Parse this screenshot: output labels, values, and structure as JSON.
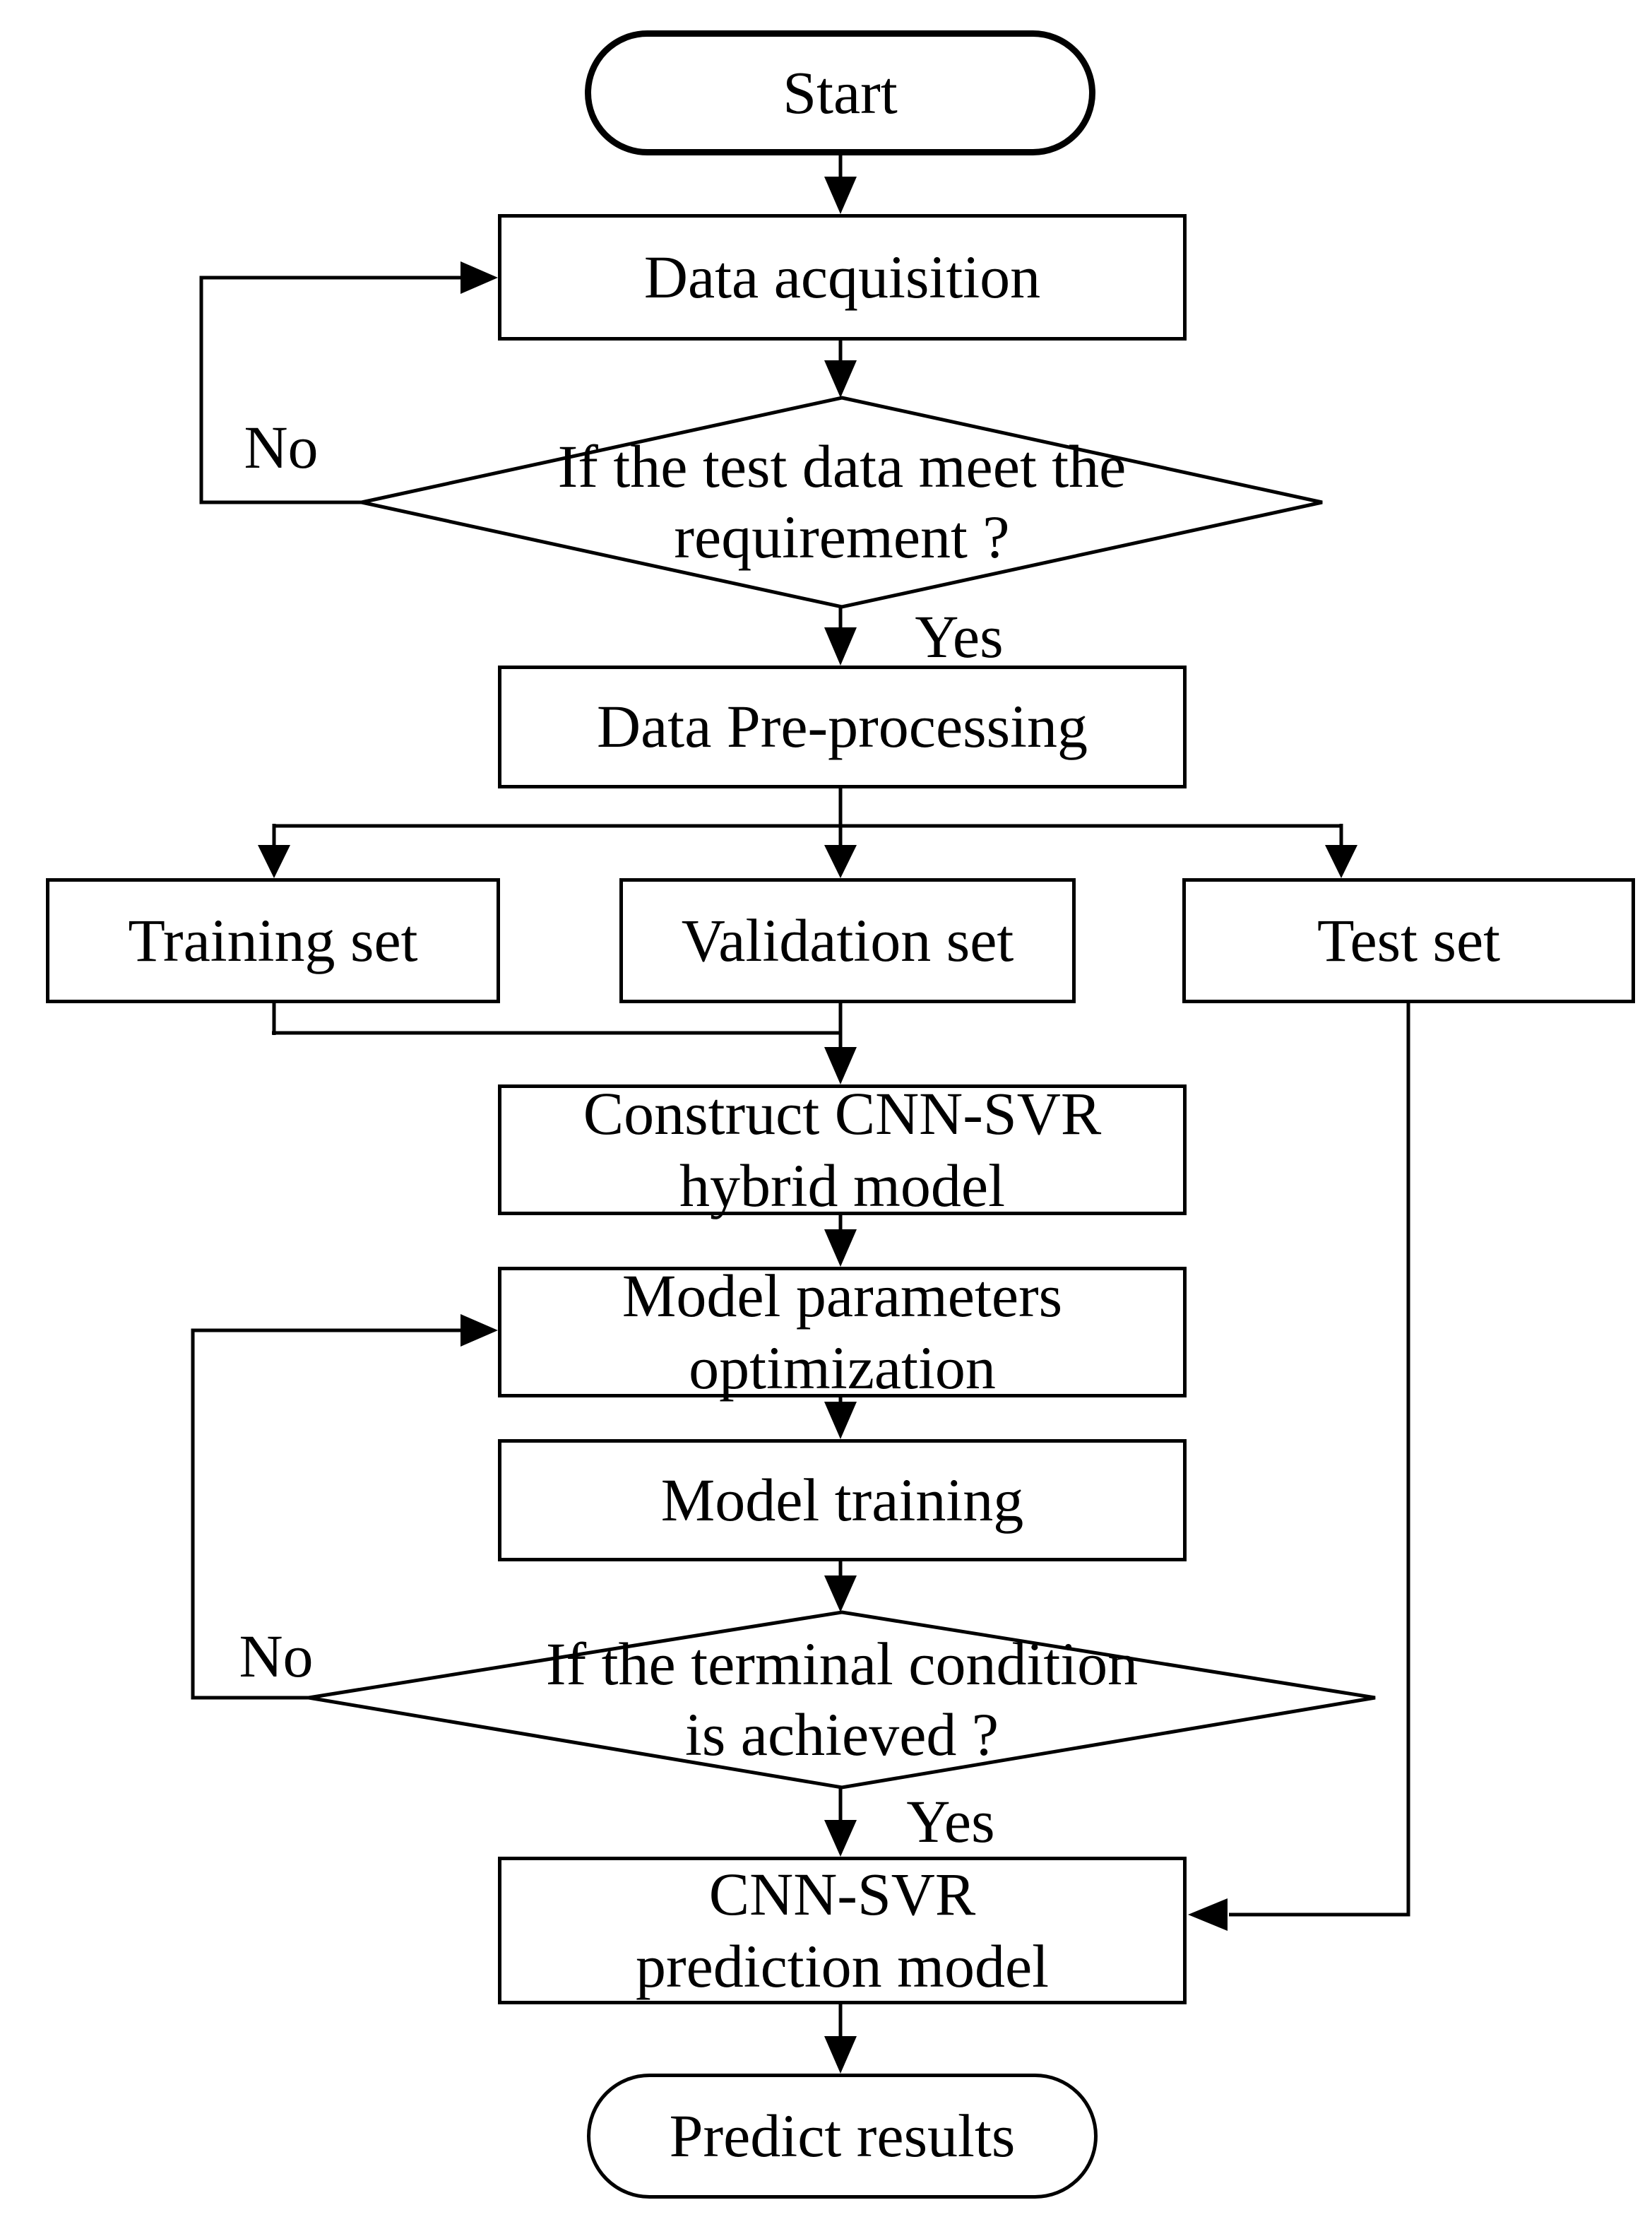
{
  "nodes": {
    "start": {
      "label": "Start"
    },
    "data_acquisition": {
      "label": "Data acquisition"
    },
    "decision_test_data": {
      "line1": "If the test data meet the",
      "line2": "requirement ?"
    },
    "data_preprocessing": {
      "label": "Data Pre-processing"
    },
    "training_set": {
      "label": "Training set"
    },
    "validation_set": {
      "label": "Validation set"
    },
    "test_set": {
      "label": "Test set"
    },
    "construct_model": {
      "line1": "Construct CNN-SVR",
      "line2": "hybrid model"
    },
    "model_parameters": {
      "line1": "Model parameters",
      "line2": "optimization"
    },
    "model_training": {
      "label": "Model training"
    },
    "decision_terminal": {
      "line1": "If the terminal condition",
      "line2": "is achieved ?"
    },
    "prediction_model": {
      "line1": "CNN-SVR",
      "line2": "prediction model"
    },
    "predict_results": {
      "label": "Predict results"
    }
  },
  "edge_labels": {
    "no_requirement": "No",
    "yes_requirement": "Yes",
    "no_terminal": "No",
    "yes_terminal": "Yes"
  },
  "colors": {
    "stroke": "#000000",
    "background": "#ffffff"
  }
}
